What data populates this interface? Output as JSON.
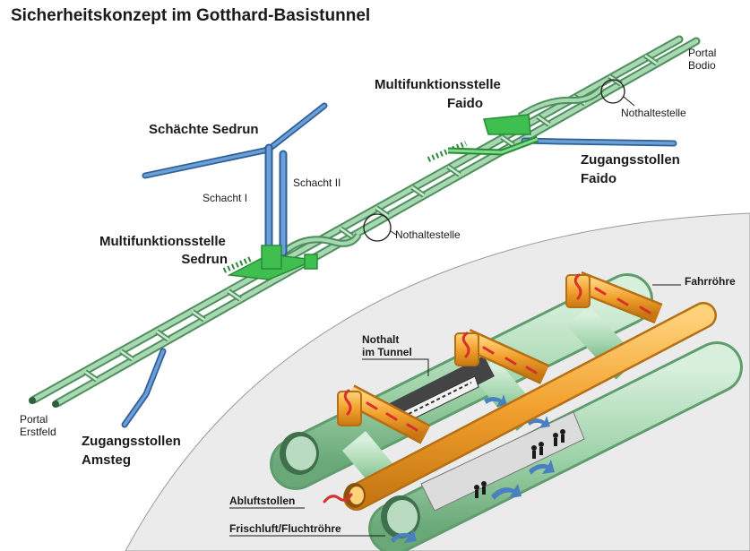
{
  "title": "Sicherheitskonzept im Gotthard-Basistunnel",
  "labels": {
    "schaechte_sedrun": "Schächte Sedrun",
    "schacht_1": "Schacht I",
    "schacht_2": "Schacht II",
    "mfs_sedrun_1": "Multifunktionsstelle",
    "mfs_sedrun_2": "Sedrun",
    "mfs_faido_1": "Multifunktionsstelle",
    "mfs_faido_2": "Faido",
    "nothaltestelle_sedrun": "Nothaltestelle",
    "nothaltestelle_faido": "Nothaltestelle",
    "portal_bodio_1": "Portal",
    "portal_bodio_2": "Bodio",
    "portal_erstfeld_1": "Portal",
    "portal_erstfeld_2": "Erstfeld",
    "zugangsstollen_faido_1": "Zugangsstollen",
    "zugangsstollen_faido_2": "Faido",
    "zugangsstollen_amsteg_1": "Zugangsstollen",
    "zugangsstollen_amsteg_2": "Amsteg",
    "fahrroehre": "Fahrröhre",
    "nothalt_1": "Nothalt",
    "nothalt_2": "im Tunnel",
    "abluftstollen": "Abluftstollen",
    "frischluft": "Frischluft/Fluchtröhre"
  },
  "colors": {
    "tube_green": "#9fd3a9",
    "tube_green_dark": "#4f8f5e",
    "station_green": "#3fbf4f",
    "shaft_blue": "#5b8ec8",
    "exhaust_orange": "#f2a12e",
    "arrow_red": "#d8302c",
    "arrow_blue": "#4a7fc0",
    "inset_bg": "#eaeaea"
  },
  "icons": [
    "train-icon",
    "people-icon",
    "airflow-arrow-icon"
  ]
}
